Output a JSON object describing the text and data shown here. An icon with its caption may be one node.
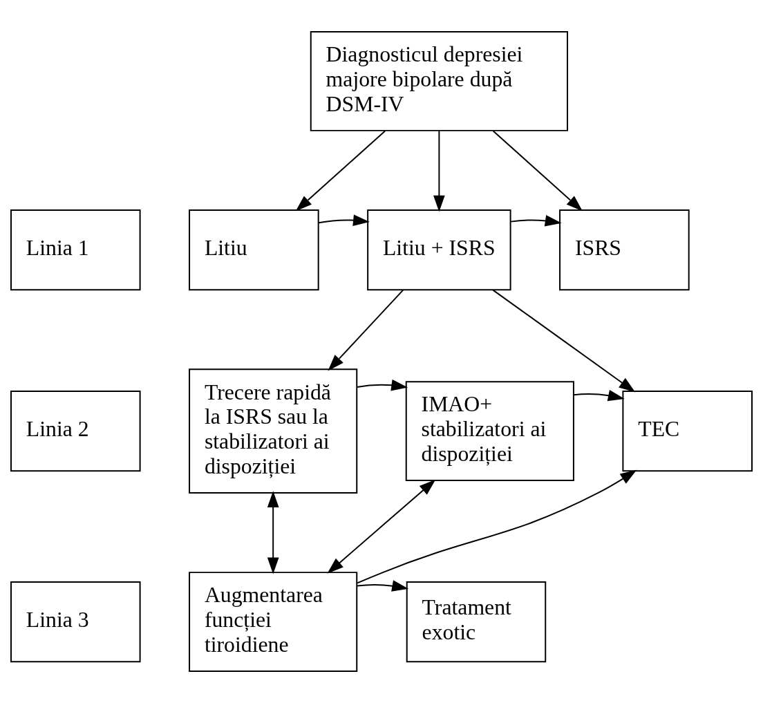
{
  "diagram": {
    "nodes": [
      {
        "text": [
          "Diagnosticul depresiei majore bipolare după DSM-IV"
        ]
      },
      {
        "text": [
          "Linia 1"
        ]
      },
      {
        "text": [
          "Litiu"
        ]
      },
      {
        "text": [
          "Litiu + ISRS"
        ]
      },
      {
        "text": [
          "ISRS"
        ]
      },
      {
        "text": [
          "Linia 2"
        ]
      },
      {
        "text": [
          "Trecere rapidă la ISRS sau la stabilizatori ai dispoziției"
        ]
      },
      {
        "text": [
          "IMAO+ stabilizatori ai dispoziției"
        ]
      },
      {
        "text": [
          "TEC"
        ]
      },
      {
        "text": [
          "Linia 3"
        ]
      },
      {
        "text": [
          "Augmentarea funcției tiroidiene"
        ]
      },
      {
        "text": [
          "Tratament exotic"
        ]
      }
    ],
    "edges": [
      {
        "from": 0,
        "to": 2,
        "arrow": "to"
      },
      {
        "from": 0,
        "to": 3,
        "arrow": "to"
      },
      {
        "from": 0,
        "to": 4,
        "arrow": "to"
      },
      {
        "from": 2,
        "to": 3,
        "arrow": "to"
      },
      {
        "from": 3,
        "to": 4,
        "arrow": "to"
      },
      {
        "from": 3,
        "to": 6,
        "arrow": "to"
      },
      {
        "from": 3,
        "to": 8,
        "arrow": "to"
      },
      {
        "from": 6,
        "to": 7,
        "arrow": "to"
      },
      {
        "from": 7,
        "to": 8,
        "arrow": "to"
      },
      {
        "from": 6,
        "to": 10,
        "arrow": "both"
      },
      {
        "from": 7,
        "to": 10,
        "arrow": "both"
      },
      {
        "from": 10,
        "to": 8,
        "arrow": "to"
      },
      {
        "from": 10,
        "to": 11,
        "arrow": "to"
      }
    ]
  }
}
